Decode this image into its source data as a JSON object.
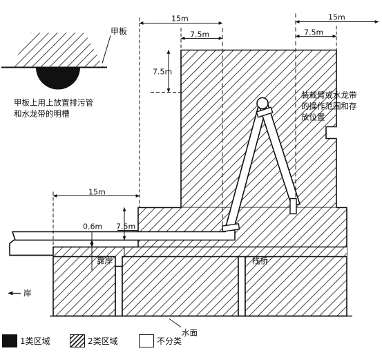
{
  "labels": {
    "deck": "甲板",
    "trench_note_line1": "甲板上用上放置排污管",
    "trench_note_line2": "和水龙带的明槽",
    "operating_note_line1": "装载臂或水龙带",
    "operating_note_line2": "的操作范围和存",
    "operating_note_line3": "放位置",
    "dock": "靠岸",
    "trestle": "栈桥",
    "shore": "岸",
    "water_surface": "水面"
  },
  "dimensions": {
    "top_left_15m": "15m",
    "top_left_7_5m": "7.5m",
    "top_right_15m": "15m",
    "top_right_7_5m": "7.5m",
    "vertical_7_5m": "7.5m",
    "left_15m": "15m",
    "small_7_5m": "7.5m",
    "height_0_6m": "0.6m"
  },
  "legend": [
    {
      "label": "1类区域",
      "swatch": "black"
    },
    {
      "label": "2类区域",
      "swatch": "hatch"
    },
    {
      "label": "不分类",
      "swatch": "white"
    }
  ]
}
